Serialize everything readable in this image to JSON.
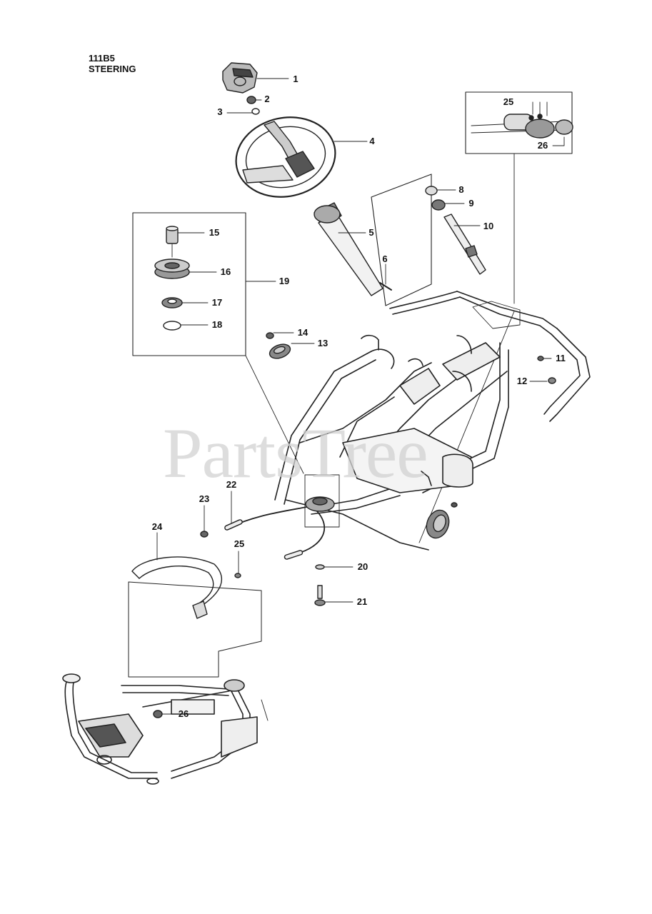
{
  "header": {
    "diagram_code": "111B5",
    "section_title": "STEERING"
  },
  "watermark": "PartsTree",
  "callouts": [
    {
      "num": "1"
    },
    {
      "num": "2"
    },
    {
      "num": "3"
    },
    {
      "num": "4"
    },
    {
      "num": "5"
    },
    {
      "num": "6"
    },
    {
      "num": "8"
    },
    {
      "num": "9"
    },
    {
      "num": "10"
    },
    {
      "num": "11"
    },
    {
      "num": "12"
    },
    {
      "num": "13"
    },
    {
      "num": "14"
    },
    {
      "num": "15"
    },
    {
      "num": "16"
    },
    {
      "num": "17"
    },
    {
      "num": "18"
    },
    {
      "num": "19"
    },
    {
      "num": "20"
    },
    {
      "num": "21"
    },
    {
      "num": "22"
    },
    {
      "num": "23"
    },
    {
      "num": "24"
    },
    {
      "num": "25"
    },
    {
      "num": "25"
    },
    {
      "num": "26"
    },
    {
      "num": "26"
    }
  ]
}
